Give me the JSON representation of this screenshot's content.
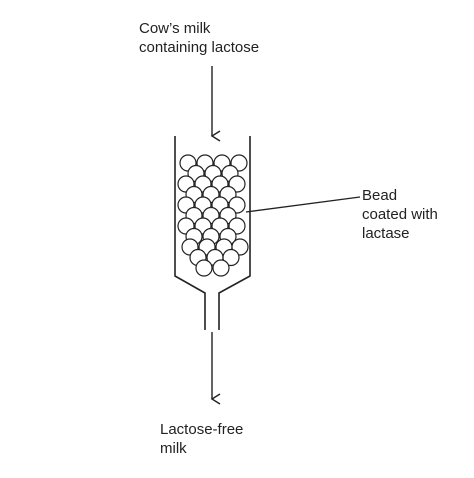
{
  "labels": {
    "input": "Cow’s milk\ncontaining lactose",
    "bead": "Bead\ncoated with\nlactase",
    "output": "Lactose-free\nmilk"
  },
  "colors": {
    "ink": "#222222",
    "background": "#ffffff"
  }
}
